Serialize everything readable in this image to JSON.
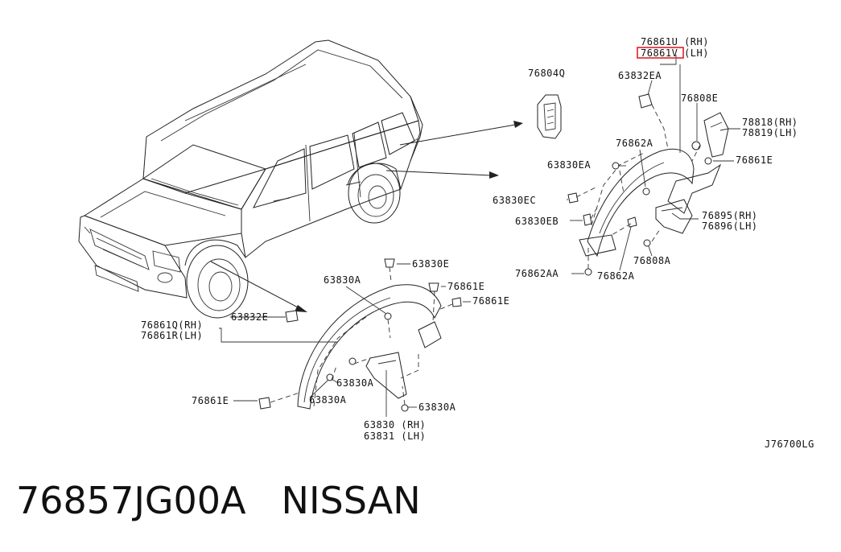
{
  "labels": {
    "l76861U": "76861U (RH)",
    "l76861V": "76861V (LH)",
    "l63832EA": "63832EA",
    "l76804Q": "76804Q",
    "l76808E": "76808E",
    "l78818": "78818(RH)",
    "l78819": "78819(LH)",
    "l76862A_top": "76862A",
    "l76861E_r": "76861E",
    "l63830EA": "63830EA",
    "l63830EC": "63830EC",
    "l63830EB": "63830EB",
    "l76895": "76895(RH)",
    "l76896": "76896(LH)",
    "l76808A": "76808A",
    "l76862AA": "76862AA",
    "l76862A_bot": "76862A",
    "l63830E": "63830E",
    "l63830A_top": "63830A",
    "l76861E_m1": "76861E",
    "l76861E_m2": "76861E",
    "l63832E": "63832E",
    "l76861Q": "76861Q(RH)",
    "l76861R": "76861R(LH)",
    "l63830A_mid": "63830A",
    "l76861E_l": "76861E",
    "l63830A_low": "63830A",
    "l63830A_right": "63830A",
    "l63830": "63830 (RH)",
    "l63831": "63831 (LH)",
    "ref_code": "J76700LG"
  },
  "caption": {
    "part_number": "76857JG00A",
    "brand": "NISSAN"
  },
  "highlight_color": "#e0202a"
}
